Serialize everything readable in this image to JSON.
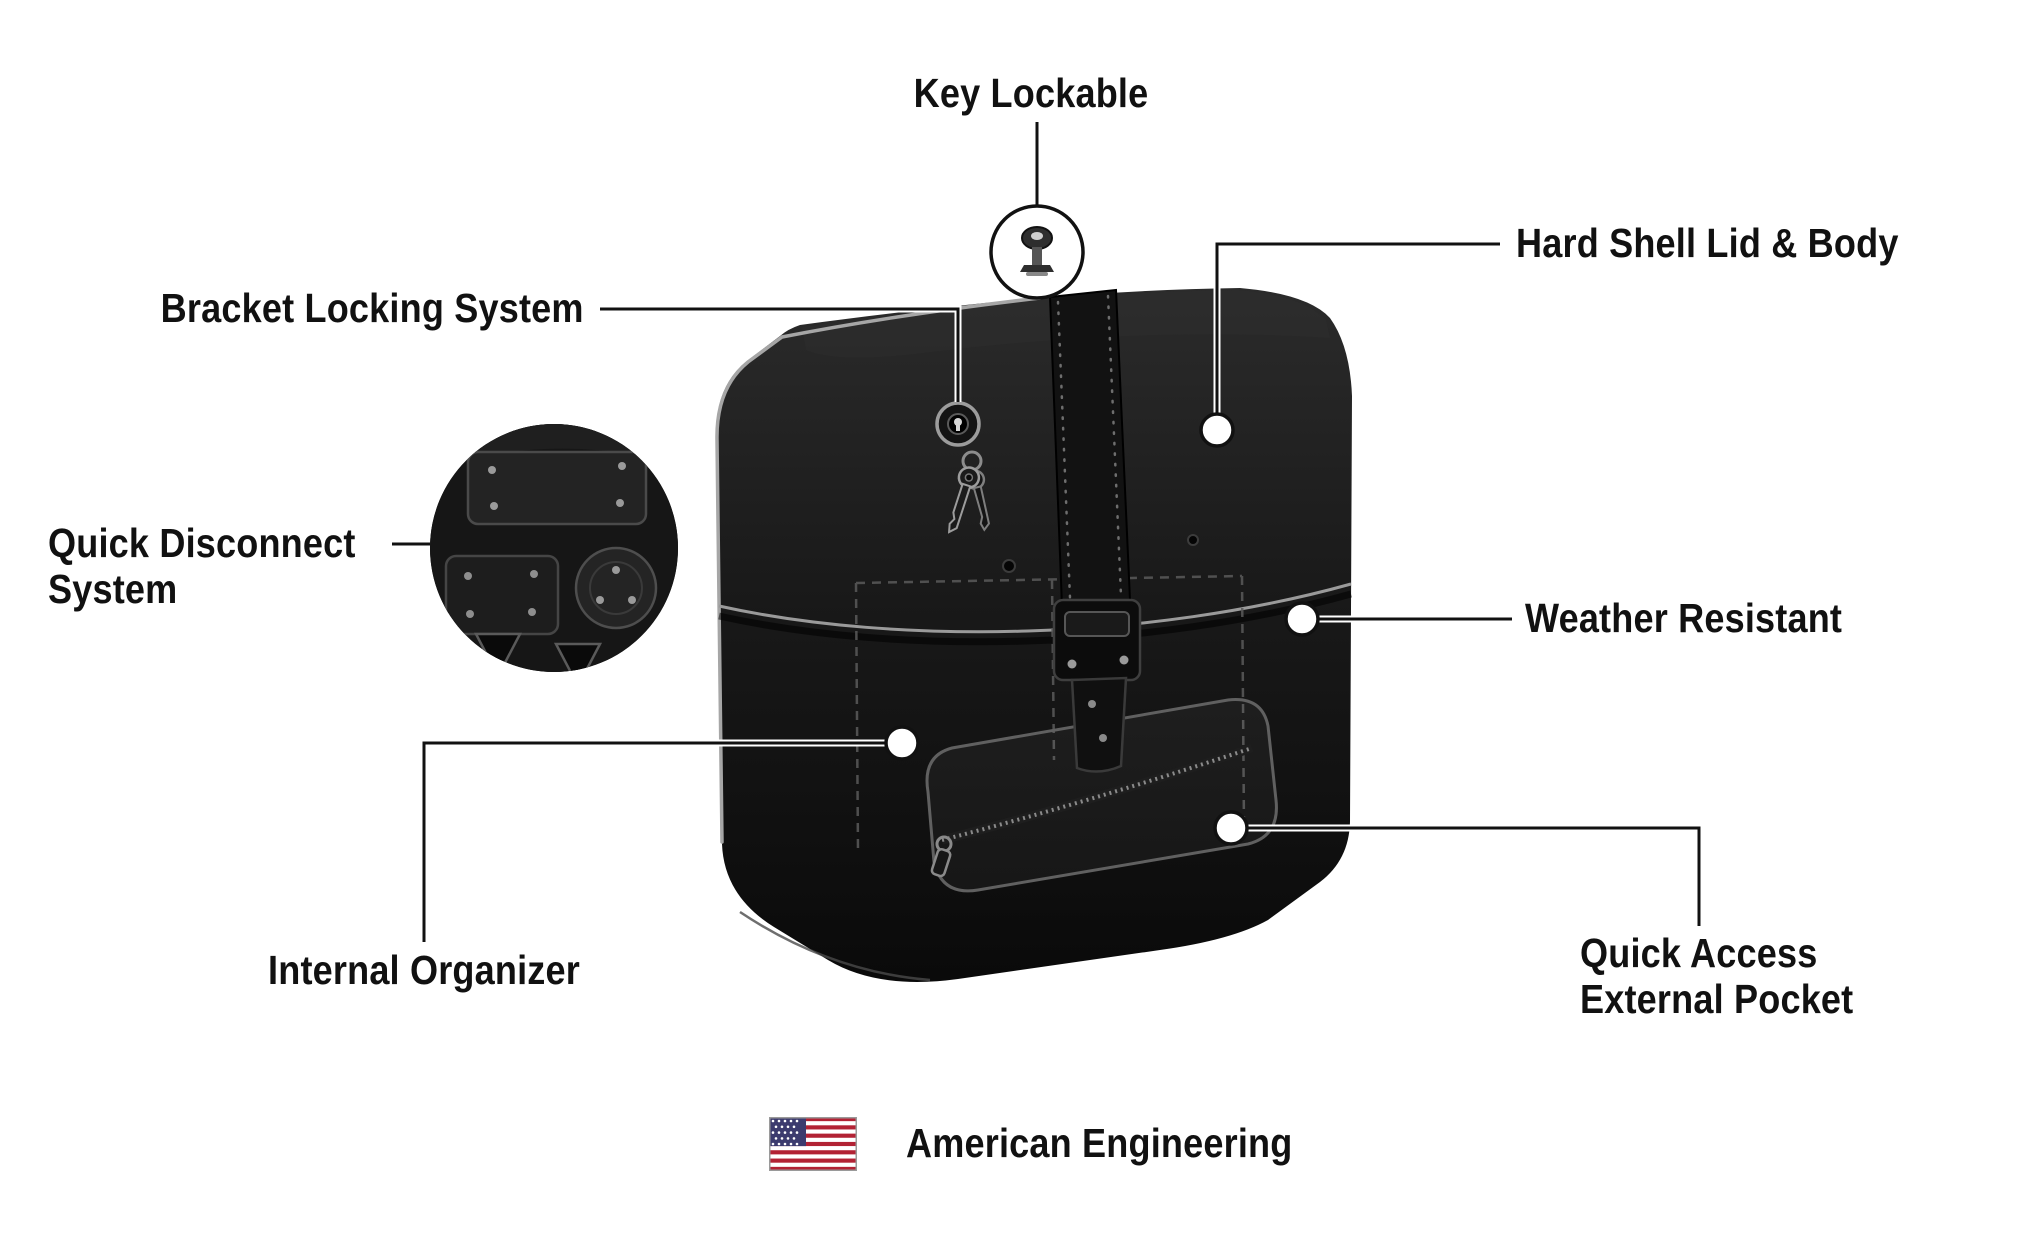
{
  "callouts": {
    "key_lockable": {
      "label": "Key Lockable"
    },
    "hard_shell": {
      "label": "Hard Shell Lid & Body"
    },
    "bracket_locking": {
      "label": "Bracket Locking System"
    },
    "quick_disconnect": {
      "label": "Quick Disconnect\nSystem"
    },
    "weather_resistant": {
      "label": "Weather Resistant"
    },
    "internal_organizer": {
      "label": "Internal Organizer"
    },
    "quick_access_pocket": {
      "label": "Quick Access\nExternal Pocket"
    }
  },
  "footer": {
    "label": "American Engineering",
    "flag_icon": "us-flag-icon"
  },
  "icons": {
    "key_badge": "key-icon",
    "bag_lock": "lock-and-keys-icon",
    "zipper": "zipper-pull-icon",
    "flag": "us-flag-icon"
  },
  "colors": {
    "background": "#ffffff",
    "text": "#111111",
    "callout_line": "#111111",
    "marker_fill": "#ffffff",
    "bag_shell": "#161616",
    "edge_highlight": "#a6a6a6",
    "flag_red": "#b22234",
    "flag_blue": "#3c3b6e"
  }
}
